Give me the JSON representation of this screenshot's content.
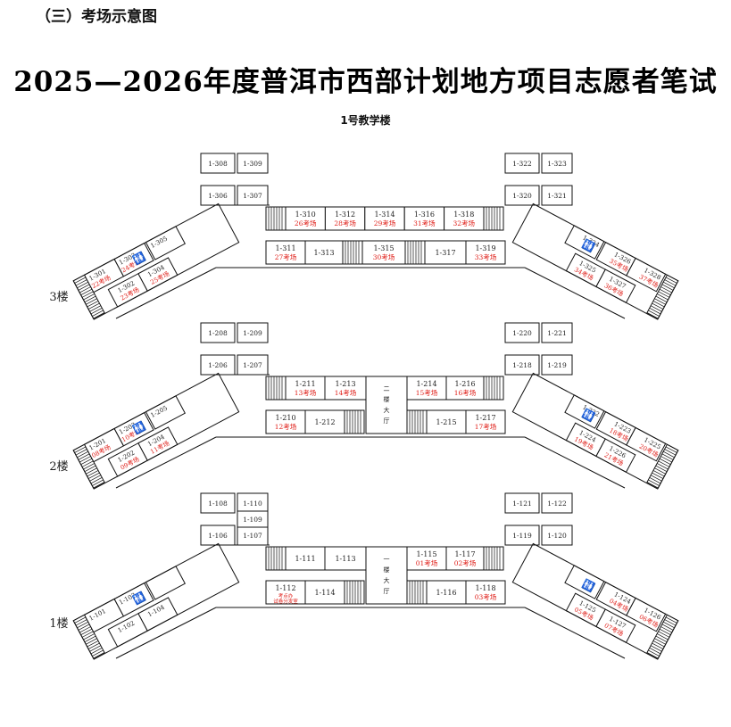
{
  "section_heading": "（三）考场示意图",
  "title": "2025—2026年度普洱市西部计划地方项目志愿者笔试",
  "building": "1号教学楼",
  "floors": [
    {
      "label": "3楼",
      "rooms": {
        "tl_a": "1-308",
        "tl_b": "1-309",
        "tl_c": "1-306",
        "tl_d": "1-307",
        "tr_a": "1-322",
        "tr_b": "1-323",
        "tr_c": "1-320",
        "tr_d": "1-321",
        "top1": {
          "no": "1-310",
          "exam": "26考场"
        },
        "top2": {
          "no": "1-312",
          "exam": "28考场"
        },
        "top3": {
          "no": "1-314",
          "exam": "29考场"
        },
        "top4": {
          "no": "1-316",
          "exam": "31考场"
        },
        "top5": {
          "no": "1-318",
          "exam": "32考场"
        },
        "bot1": {
          "no": "1-311",
          "exam": "27考场"
        },
        "bot2": {
          "no": "1-313",
          "exam": ""
        },
        "bot3": {
          "no": "1-315",
          "exam": "30考场"
        },
        "bot4": {
          "no": "1-317",
          "exam": ""
        },
        "bot5": {
          "no": "1-319",
          "exam": "33考场"
        },
        "l1": {
          "no": "1-305",
          "exam": ""
        },
        "l2": {
          "no": "1-303",
          "exam": "24考场"
        },
        "l3": {
          "no": "1-301",
          "exam": "22考场"
        },
        "l4": {
          "no": "1-304",
          "exam": "25考场"
        },
        "l5": {
          "no": "1-302",
          "exam": "23考场"
        },
        "r1": {
          "no": "1-324",
          "exam": ""
        },
        "r2": {
          "no": "1-326",
          "exam": "35考场"
        },
        "r3": {
          "no": "1-328",
          "exam": "37考场"
        },
        "r4": {
          "no": "1-325",
          "exam": "34考场"
        },
        "r5": {
          "no": "1-327",
          "exam": "36考场"
        }
      },
      "hall": ""
    },
    {
      "label": "2楼",
      "rooms": {
        "tl_a": "1-208",
        "tl_b": "1-209",
        "tl_c": "1-206",
        "tl_d": "1-207",
        "tr_a": "1-220",
        "tr_b": "1-221",
        "tr_c": "1-218",
        "tr_d": "1-219",
        "top1": {
          "no": "1-211",
          "exam": "13考场"
        },
        "top2": {
          "no": "1-213",
          "exam": "14考场"
        },
        "top3": {
          "no": "1-214",
          "exam": "15考场"
        },
        "top4": {
          "no": "1-216",
          "exam": "16考场"
        },
        "bot1": {
          "no": "1-210",
          "exam": "12考场"
        },
        "bot2": {
          "no": "1-212",
          "exam": ""
        },
        "bot3": {
          "no": "1-215",
          "exam": ""
        },
        "bot4": {
          "no": "1-217",
          "exam": "17考场"
        },
        "l1": {
          "no": "1-205",
          "exam": ""
        },
        "l2": {
          "no": "1-203",
          "exam": "10考场"
        },
        "l3": {
          "no": "1-201",
          "exam": "08考场"
        },
        "l4": {
          "no": "1-204",
          "exam": "11考场"
        },
        "l5": {
          "no": "1-202",
          "exam": "09考场"
        },
        "r1": {
          "no": "1-222",
          "exam": ""
        },
        "r2": {
          "no": "1-223",
          "exam": "18考场"
        },
        "r3": {
          "no": "1-225",
          "exam": "20考场"
        },
        "r4": {
          "no": "1-224",
          "exam": "19考场"
        },
        "r5": {
          "no": "1-226",
          "exam": "21考场"
        }
      },
      "hall": "二楼大厅"
    },
    {
      "label": "1楼",
      "rooms": {
        "tl_a": "1-108",
        "tl_b": "1-110",
        "tl_b2": "1-109",
        "tl_c": "1-106",
        "tl_d": "1-107",
        "tr_a": "1-121",
        "tr_b": "1-122",
        "tr_c": "1-119",
        "tr_d": "1-120",
        "top1": {
          "no": "1-111",
          "exam": ""
        },
        "top2": {
          "no": "1-113",
          "exam": ""
        },
        "top3": {
          "no": "1-115",
          "exam": "01考场"
        },
        "top4": {
          "no": "1-117",
          "exam": "02考场"
        },
        "bot1": {
          "no": "1-112",
          "exam": "考点办 试卷分发室"
        },
        "bot2": {
          "no": "1-114",
          "exam": ""
        },
        "bot3": {
          "no": "1-116",
          "exam": ""
        },
        "bot4": {
          "no": "1-118",
          "exam": "03考场"
        },
        "l1": {
          "no": "",
          "exam": ""
        },
        "l2": {
          "no": "1-103",
          "exam": ""
        },
        "l3": {
          "no": "1-101",
          "exam": ""
        },
        "l4": {
          "no": "1-104",
          "exam": ""
        },
        "l5": {
          "no": "1-102",
          "exam": ""
        },
        "r1": {
          "no": "",
          "exam": ""
        },
        "r2": {
          "no": "1-124",
          "exam": "04考场"
        },
        "r3": {
          "no": "1-126",
          "exam": "06考场"
        },
        "r4": {
          "no": "1-125",
          "exam": "05考场"
        },
        "r5": {
          "no": "1-127",
          "exam": "07考场"
        }
      },
      "hall": "一楼大厅"
    }
  ],
  "colors": {
    "exam_text": "#e0201a",
    "line": "#111111"
  }
}
